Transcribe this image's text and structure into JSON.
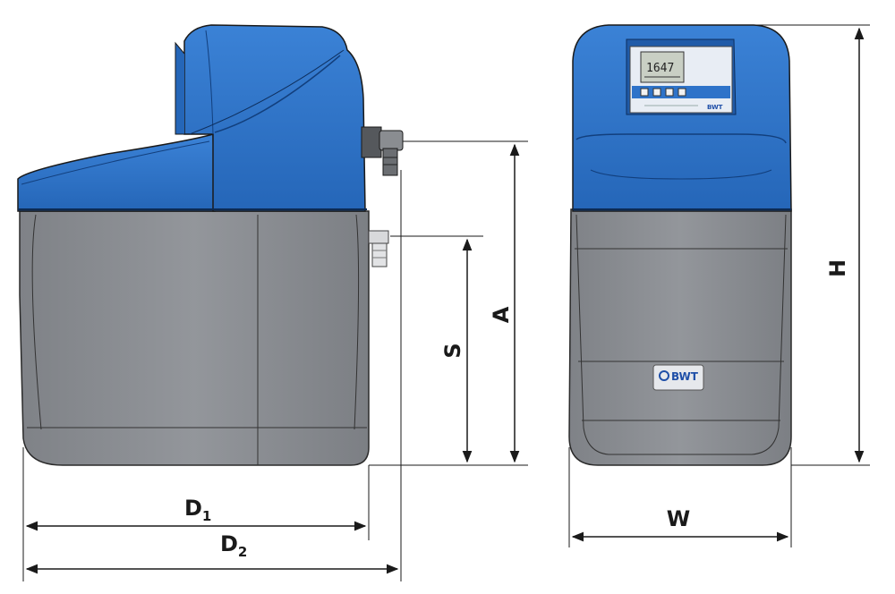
{
  "colors": {
    "housing_blue": "#2e73c9",
    "housing_blue_dark": "#1f5aa8",
    "tank_grey": "#8d9095",
    "tank_grey_dark": "#6f7277",
    "brand_blue": "#1f4fa8",
    "dimension_line": "#1a1a1a"
  },
  "side_view": {
    "dimensions": {
      "d1": {
        "letter": "D",
        "subscript": "1"
      },
      "d2": {
        "letter": "D",
        "subscript": "2"
      },
      "s": "S",
      "a": "A"
    }
  },
  "front_view": {
    "display_reading": "1647",
    "brand_logo": "BWT",
    "dimensions": {
      "w": "W",
      "h": "H"
    }
  }
}
